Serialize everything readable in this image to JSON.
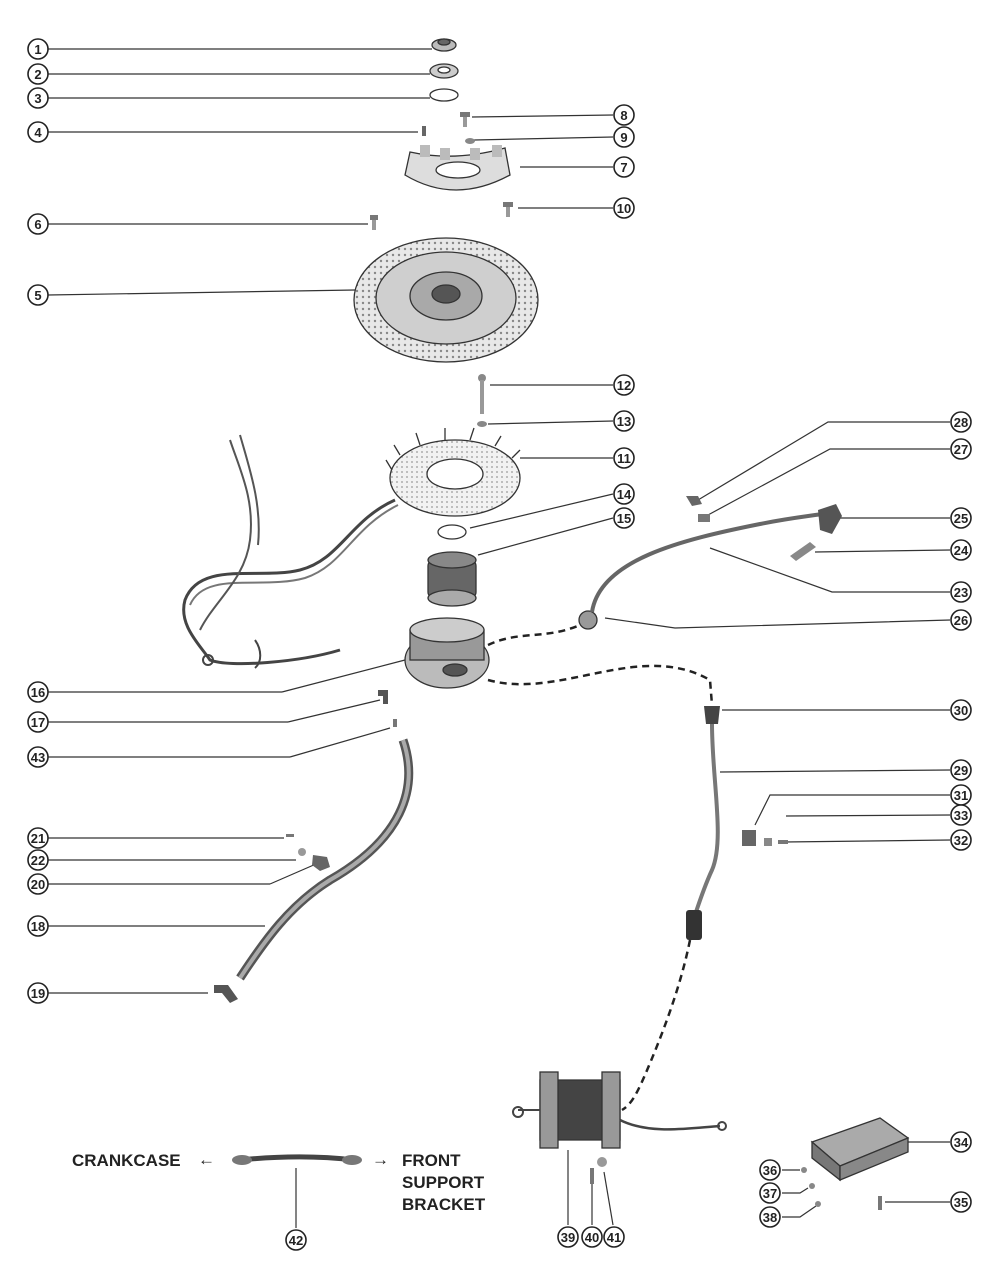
{
  "labels": {
    "crankcase": "CRANKCASE",
    "front_support": "FRONT",
    "front_support_2": "SUPPORT",
    "front_support_3": "BRACKET",
    "arrow_left": "←",
    "arrow_right": "→"
  },
  "callouts": {
    "c1": "1",
    "c2": "2",
    "c3": "3",
    "c4": "4",
    "c5": "5",
    "c6": "6",
    "c7": "7",
    "c8": "8",
    "c9": "9",
    "c10": "10",
    "c11": "11",
    "c12": "12",
    "c13": "13",
    "c14": "14",
    "c15": "15",
    "c16": "16",
    "c17": "17",
    "c18": "18",
    "c19": "19",
    "c20": "20",
    "c21": "21",
    "c22": "22",
    "c23": "23",
    "c24": "24",
    "c25": "25",
    "c26": "26",
    "c27": "27",
    "c28": "28",
    "c29": "29",
    "c30": "30",
    "c31": "31",
    "c32": "32",
    "c33": "33",
    "c34": "34",
    "c35": "35",
    "c36": "36",
    "c37": "37",
    "c38": "38",
    "c39": "39",
    "c40": "40",
    "c41": "41",
    "c42": "42",
    "c43": "43"
  }
}
